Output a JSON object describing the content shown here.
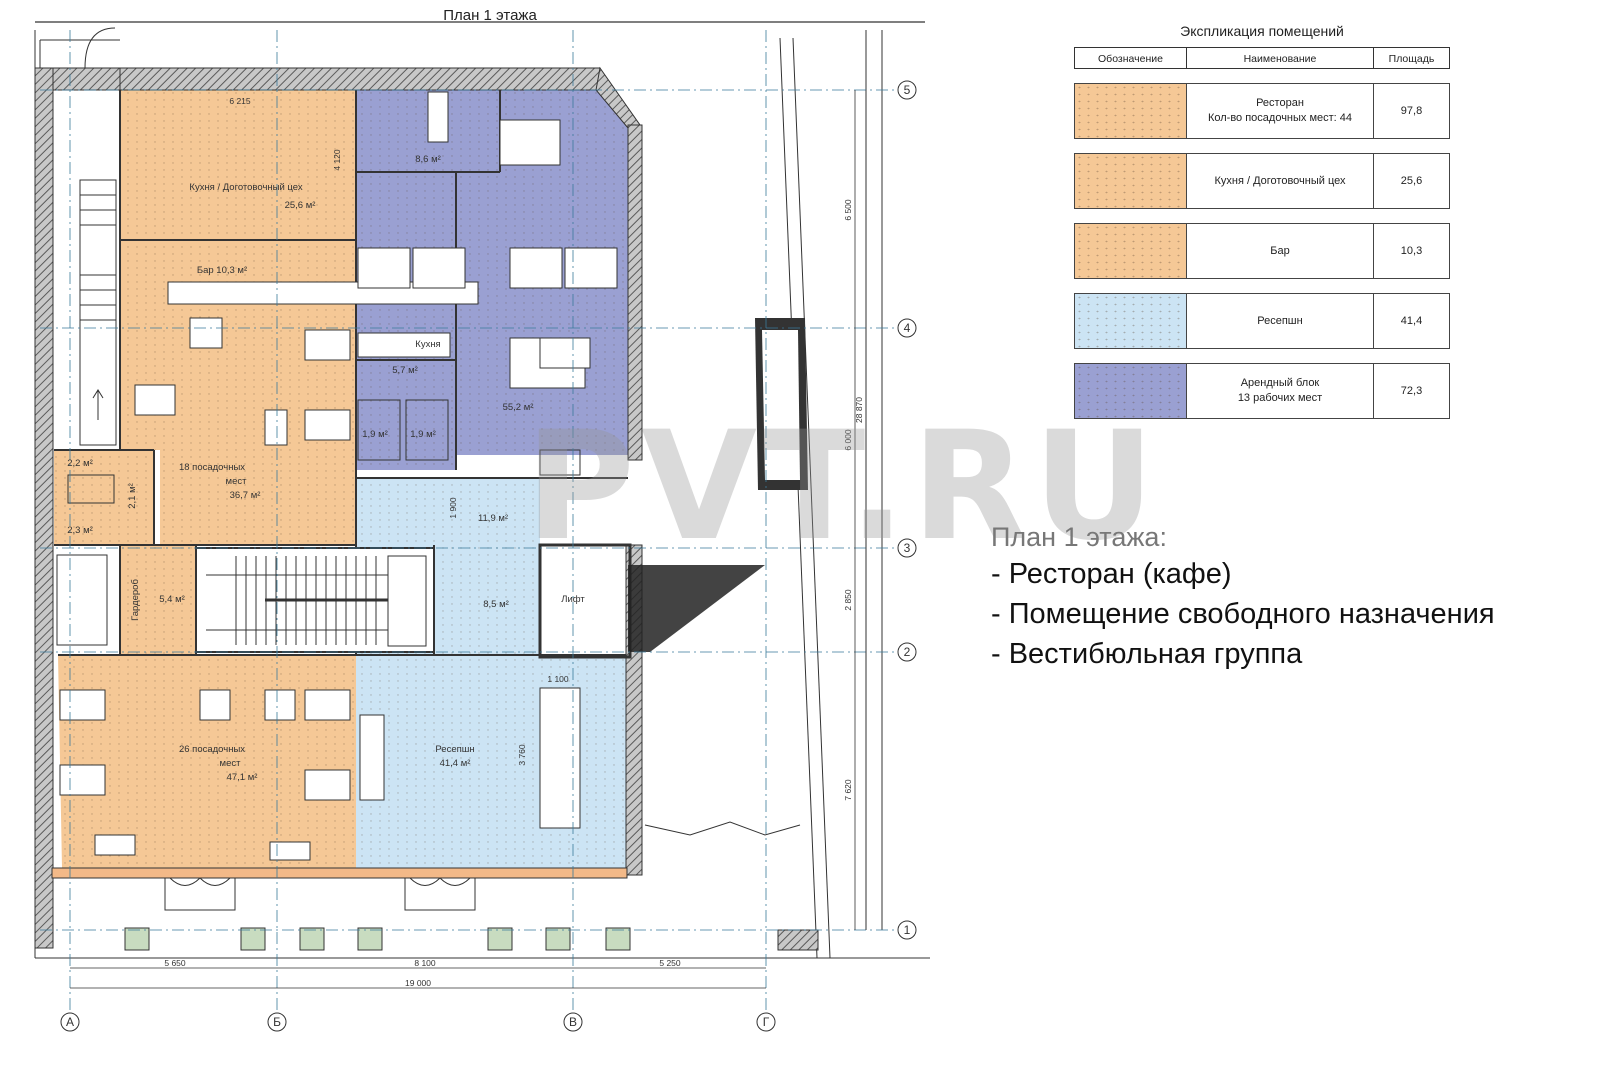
{
  "plan_title": "План 1 этажа",
  "colors": {
    "restaurant": "#f5c896",
    "reception": "#cce4f4",
    "rental": "#9aa0d2",
    "wall": "#7a7a7a"
  },
  "legend": {
    "title": "Экспликация помещений",
    "headers": {
      "designation": "Обозначение",
      "name": "Наименование",
      "area": "Площадь"
    },
    "rows": [
      {
        "color": "#f5c896",
        "name_lines": [
          "Ресторан",
          "Кол-во посадочных мест: 44"
        ],
        "area": "97,8"
      },
      {
        "color": "#f5c896",
        "name_lines": [
          "Кухня / Доготовочный цех"
        ],
        "area": "25,6"
      },
      {
        "color": "#f5c896",
        "name_lines": [
          "Бар"
        ],
        "area": "10,3"
      },
      {
        "color": "#cce4f4",
        "name_lines": [
          "Ресепшн"
        ],
        "area": "41,4"
      },
      {
        "color": "#9aa0d2",
        "name_lines": [
          "Арендный блок",
          "13 рабочих мест"
        ],
        "area": "72,3"
      }
    ]
  },
  "notes": {
    "title": "План 1 этажа:",
    "items": [
      "- Ресторан (кафе)",
      "- Помещение свободного назначения",
      "- Вестибюльная группа"
    ]
  },
  "watermark": "PVT.RU",
  "axes": {
    "columns": [
      "А",
      "Б",
      "В",
      "Г"
    ],
    "rows": [
      "1",
      "2",
      "3",
      "4",
      "5"
    ]
  },
  "dimensions": {
    "top": "6 215",
    "kitchen_h": "4 120",
    "bottom_spans": [
      "5 650",
      "8 100",
      "5 250"
    ],
    "bottom_total": "19 000",
    "right_spans": [
      "6 500",
      "6 000",
      "2 850",
      "7 620"
    ],
    "right_total": "28 870",
    "lift_w": "1 900",
    "desk_w": "1 100",
    "desk_h": "3 760"
  },
  "rooms": {
    "kitchen": [
      "Кухня / Доготовочный цех",
      "25,6 м²"
    ],
    "bar": "Бар  10,3 м²",
    "hall_18": [
      "18 посадочных",
      "мест",
      "36,7 м²"
    ],
    "wc_a": "2,2 м²",
    "wc_b": "2,3 м²",
    "wc_c": "2,1 м²",
    "wardrobe_label": "Гардероб",
    "wardrobe_area": "5,4 м²",
    "hall_26": [
      "26 посадочных",
      "мест",
      "47,1 м²"
    ],
    "office_small": "8,6 м²",
    "kitchen_small_label": "Кухня",
    "kitchen_small_area": "5,7 м²",
    "wc_d": "1,9 м²",
    "wc_e": "1,9 м²",
    "office_main": "55,2 м²",
    "vestibule": "11,9 м²",
    "lobby": "8,5 м²",
    "lift": "Лифт",
    "reception": [
      "Ресепшн",
      "41,4 м²"
    ]
  }
}
